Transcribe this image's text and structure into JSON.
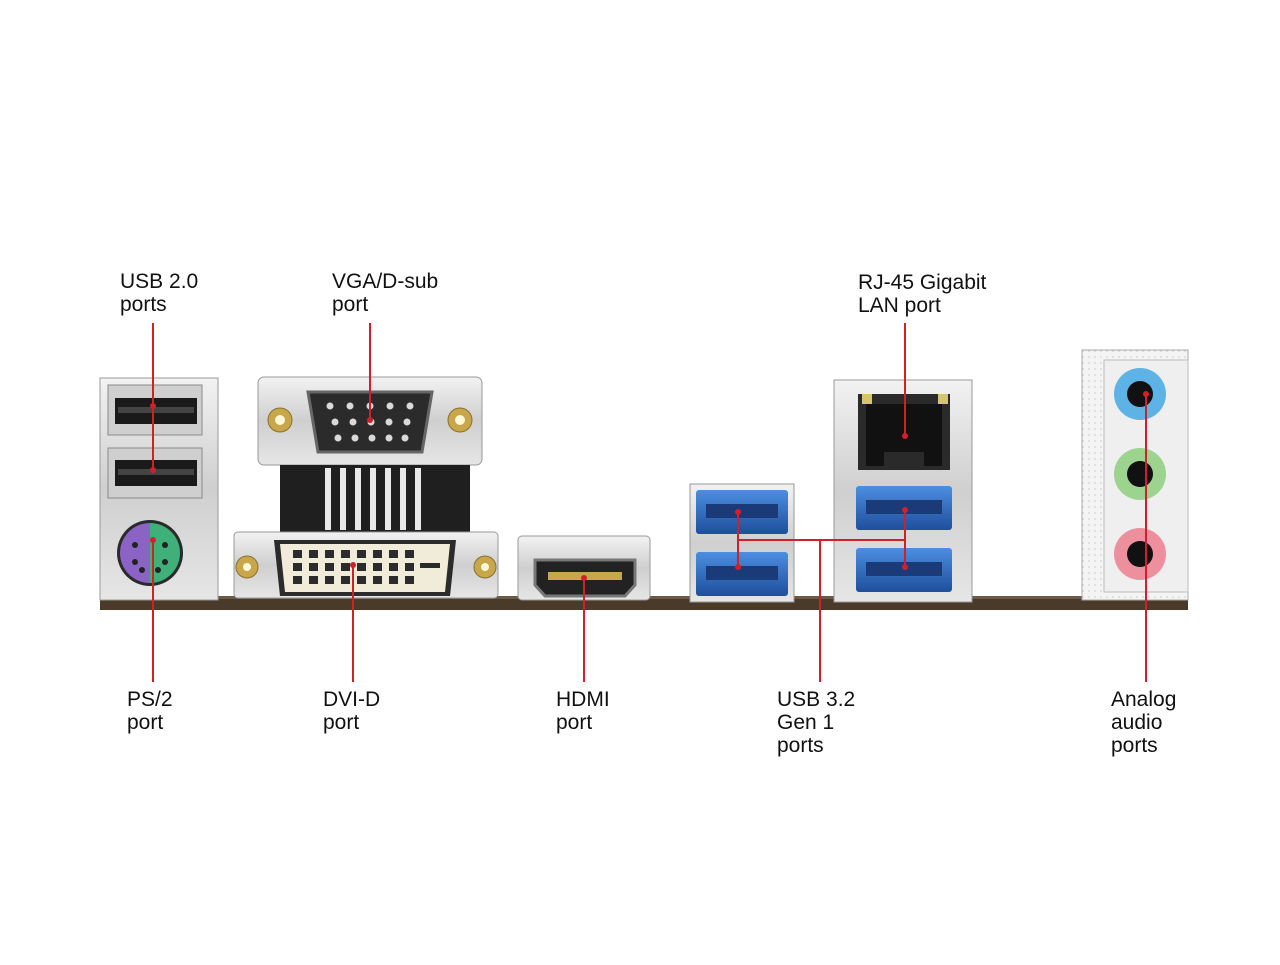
{
  "labels": {
    "usb2": "USB 2.0\nports",
    "vga": "VGA/D-sub\nport",
    "rj45": "RJ-45 Gigabit\nLAN port",
    "ps2": "PS/2\nport",
    "dvi": "DVI-D\nport",
    "hdmi": "HDMI\nport",
    "usb3": "USB 3.2\nGen 1\nports",
    "audio": "Analog\naudio\nports"
  },
  "colors": {
    "callout_line": "#d0202a",
    "usb3_blue": "#2f6fc9",
    "ps2_purple": "#8a63c4",
    "ps2_green": "#3fb07a",
    "audio_blue": "#5eb3e6",
    "audio_green": "#9bd38f",
    "audio_pink": "#ee8f9e",
    "board_edge": "#4a3a2a",
    "shield_silver": "#d9d9d9"
  }
}
